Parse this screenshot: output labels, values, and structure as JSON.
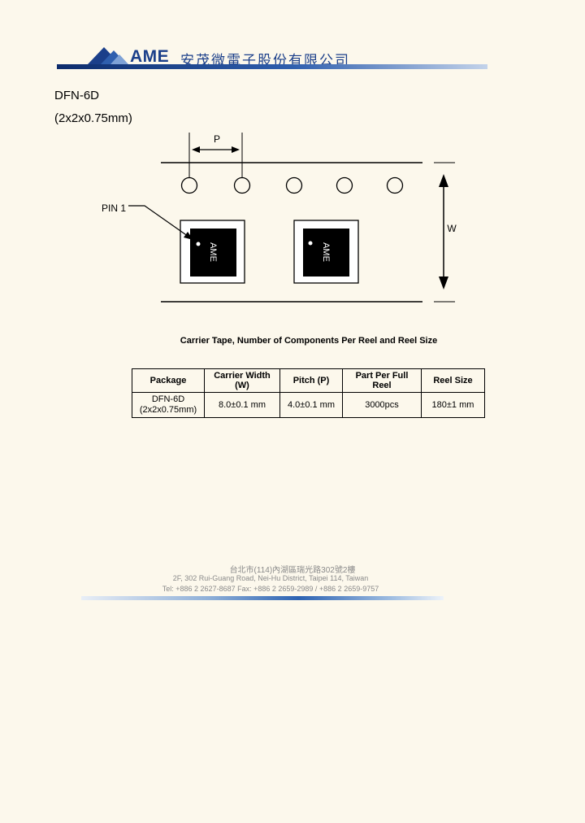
{
  "header": {
    "logo_text": "AME",
    "company_name": "安茂微電子股份有限公司"
  },
  "package": {
    "name": "DFN-6D",
    "dimensions": "(2x2x0.75mm)"
  },
  "diagram": {
    "pitch_label": "P",
    "width_label": "W",
    "pin_label": "PIN 1",
    "chip_marking": "AME"
  },
  "caption": "Carrier Tape, Number of Components Per Reel and Reel Size",
  "table": {
    "headers": [
      "Package",
      "Carrier Width (W)",
      "Pitch (P)",
      "Part Per Full Reel",
      "Reel Size"
    ],
    "row": {
      "package_line1": "DFN-6D",
      "package_line2": "(2x2x0.75mm)",
      "carrier_width": "8.0±0.1 mm",
      "pitch": "4.0±0.1 mm",
      "part_per_reel": "3000pcs",
      "reel_size": "180±1 mm"
    }
  },
  "footer": {
    "address_cn": "台北市(114)內湖區瑞光路302號2樓",
    "address_en": "2F, 302 Rui-Guang Road, Nei-Hu District, Taipei 114, Taiwan",
    "contact": "Tel: +886 2 2627-8687  Fax: +886 2 2659-2989 / +886 2 2659-9757"
  }
}
